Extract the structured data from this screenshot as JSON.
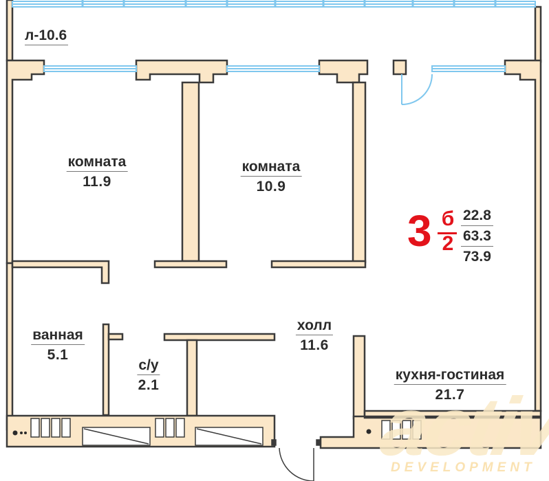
{
  "plan": {
    "loggia": "л-10.6",
    "rooms": [
      {
        "id": "room-1",
        "name": "комната",
        "area": "11.9"
      },
      {
        "id": "room-2",
        "name": "комната",
        "area": "10.9"
      },
      {
        "id": "bathroom",
        "name": "ванная",
        "area": "5.1"
      },
      {
        "id": "toilet",
        "name": "с/у",
        "area": "2.1"
      },
      {
        "id": "hall",
        "name": "холл",
        "area": "11.6"
      },
      {
        "id": "kitchen-living",
        "name": "кухня-гостиная",
        "area": "21.7"
      }
    ],
    "apartment": {
      "rooms_count": "3",
      "sup": "б",
      "sub": "2",
      "living_area": "22.8",
      "total_area": "63.3",
      "total_with_loggia": "73.9"
    },
    "colors": {
      "wall_fill": "#fbe7c8",
      "wall_stroke": "#3b3b3b",
      "window": "#7fc7ee",
      "accent": "#e3131b"
    }
  },
  "brand": {
    "logo": "activ",
    "tagline": "DEVELOPMENT"
  }
}
